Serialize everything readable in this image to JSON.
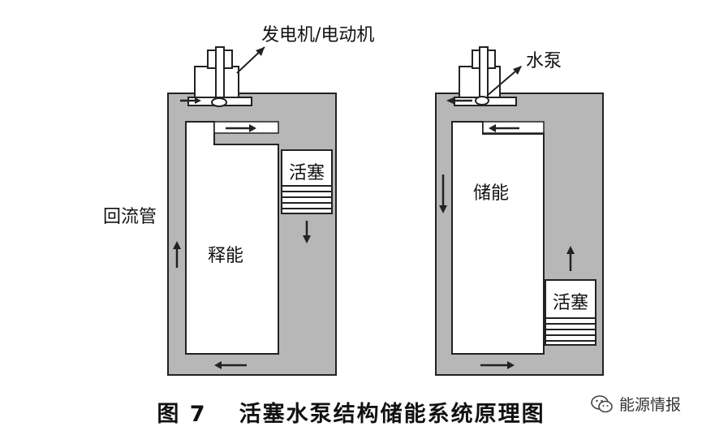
{
  "colors": {
    "fluid": "#b7b7b7",
    "line": "#222222",
    "background": "#ffffff"
  },
  "left_panel": {
    "machine_label": "发电机/电动机",
    "piston_label": "活塞",
    "chamber_label": "释能",
    "pipe_label": "回流管"
  },
  "right_panel": {
    "pump_label": "水泵",
    "piston_label": "活塞",
    "chamber_label": "储能"
  },
  "caption": {
    "figure_number": "图 7",
    "title": "活塞水泵结构储能系统原理图"
  },
  "watermark": {
    "icon": "wechat-icon",
    "text": "能源情报"
  }
}
